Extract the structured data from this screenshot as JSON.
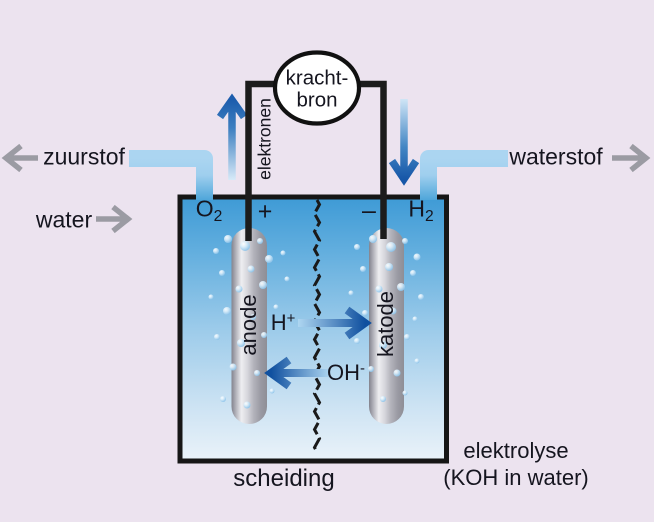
{
  "labels": {
    "oxygen_out": "zuurstof",
    "water_in": "water",
    "hydrogen_out": "waterstof",
    "electrons": "elektronen",
    "separator": "scheiding"
  },
  "power_source": {
    "line1": "kracht-",
    "line2": "bron"
  },
  "electrodes": {
    "anode": "anode",
    "cathode": "katode",
    "anode_sign": "+",
    "cathode_sign": "–"
  },
  "formulas": {
    "o2": {
      "base": "O",
      "sub": "2"
    },
    "h2": {
      "base": "H",
      "sub": "2"
    }
  },
  "ions": {
    "h": {
      "base": "H",
      "sup": "+"
    },
    "oh": {
      "base": "OH",
      "sup": "-"
    }
  },
  "caption": {
    "line1": "elektrolyse",
    "line2": "(KOH in water)"
  },
  "icons": {
    "oxygen_out_arrow": "arrow-left",
    "water_in_arrow": "arrow-right",
    "hydrogen_out_arrow": "arrow-right",
    "electron_up_arrow": "arrow-up",
    "electron_down_arrow": "arrow-down",
    "h_ion_arrow": "arrow-right",
    "oh_ion_arrow": "arrow-left"
  },
  "colors": {
    "background": "#ece3ef",
    "tank_top_blue": "#3f9bd6",
    "tank_bottom_blue": "#e9f2f9",
    "pipe_light_blue": "#abd5f1",
    "pipe_deep_blue": "#4fa6da",
    "flow_arrow_dark_blue": "#1757a8",
    "flow_arrow_light_blue": "#cfe5f6",
    "gas_arrow_gray": "#9b9ba3",
    "wire_black": "#1c1c1c",
    "electrode_highlight": "#eeeef1",
    "electrode_shadow": "#83838d",
    "text": "#15151f"
  }
}
